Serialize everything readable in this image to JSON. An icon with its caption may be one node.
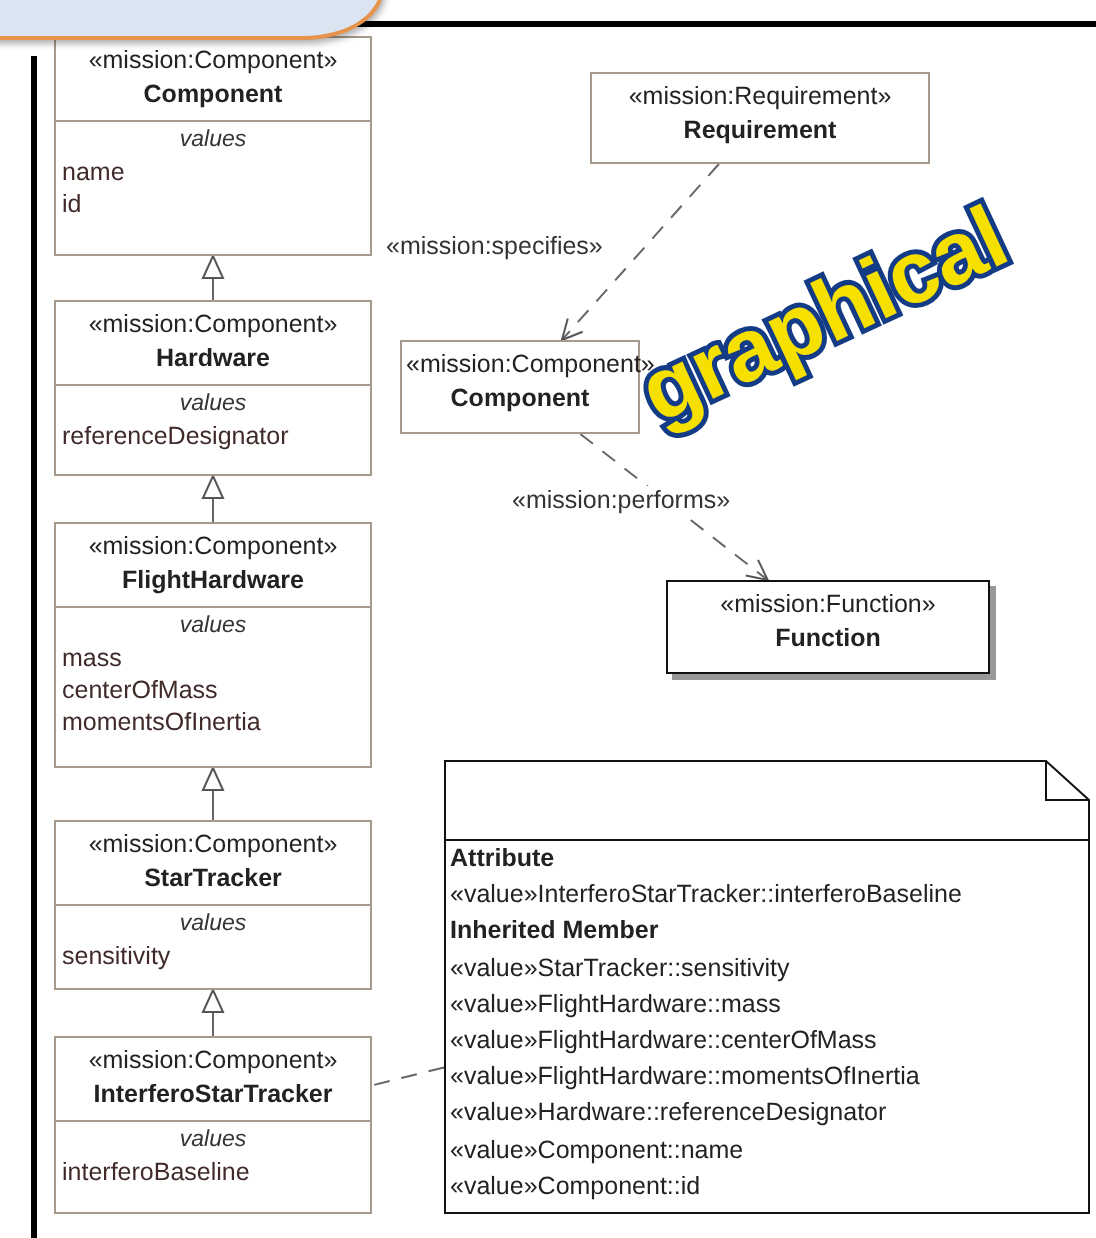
{
  "diagram": {
    "nodes": [
      {
        "text": [
          "«mission:Component»",
          "Component",
          "values",
          "name",
          "id"
        ]
      },
      {
        "text": [
          "«mission:Component»",
          "Hardware",
          "values",
          "referenceDesignator"
        ]
      },
      {
        "text": [
          "«mission:Requirement»",
          "Requirement"
        ]
      },
      {
        "text": [
          "«mission:Component»",
          "Component"
        ]
      },
      {
        "text": [
          "«mission:Component»",
          "FlightHardware",
          "values",
          "mass",
          "centerOfMass",
          "momentsOfInertia"
        ]
      },
      {
        "text": [
          "«mission:Function»",
          "Function"
        ]
      },
      {
        "text": [
          "«mission:Component»",
          "StarTracker",
          "values",
          "sensitivity"
        ]
      },
      {
        "text": [
          "Attribute",
          "«value»InterferoStarTracker::interferoBaseline",
          "Inherited Member",
          "«value»StarTracker::sensitivity",
          "«value»FlightHardware::mass",
          "«value»FlightHardware::centerOfMass",
          "«value»FlightHardware::momentsOfInertia",
          "«value»Hardware::referenceDesignator",
          "«value»Component::name",
          "«value»Component::id"
        ]
      },
      {
        "text": [
          "«mission:Component»",
          "InterferoStarTracker",
          "values",
          "interferoBaseline"
        ]
      },
      {
        "text": [],
        "shape": "box"
      }
    ],
    "edges": [
      {
        "from": 1,
        "to": 0,
        "arrow": "to"
      },
      {
        "from": 4,
        "to": 1,
        "arrow": "to"
      },
      {
        "from": 6,
        "to": 4,
        "arrow": "to"
      },
      {
        "from": 8,
        "to": 6,
        "arrow": "to"
      },
      {
        "from": 2,
        "to": 3,
        "arrow": "to",
        "label": "«mission:specifies»",
        "style": "dashed"
      },
      {
        "from": 3,
        "to": 5,
        "arrow": "to",
        "label": "«mission:performs»",
        "style": "dashed"
      },
      {
        "from": 7,
        "to": 8,
        "arrow": "none",
        "style": "dashed"
      }
    ],
    "labels": [
      "graphical"
    ]
  }
}
